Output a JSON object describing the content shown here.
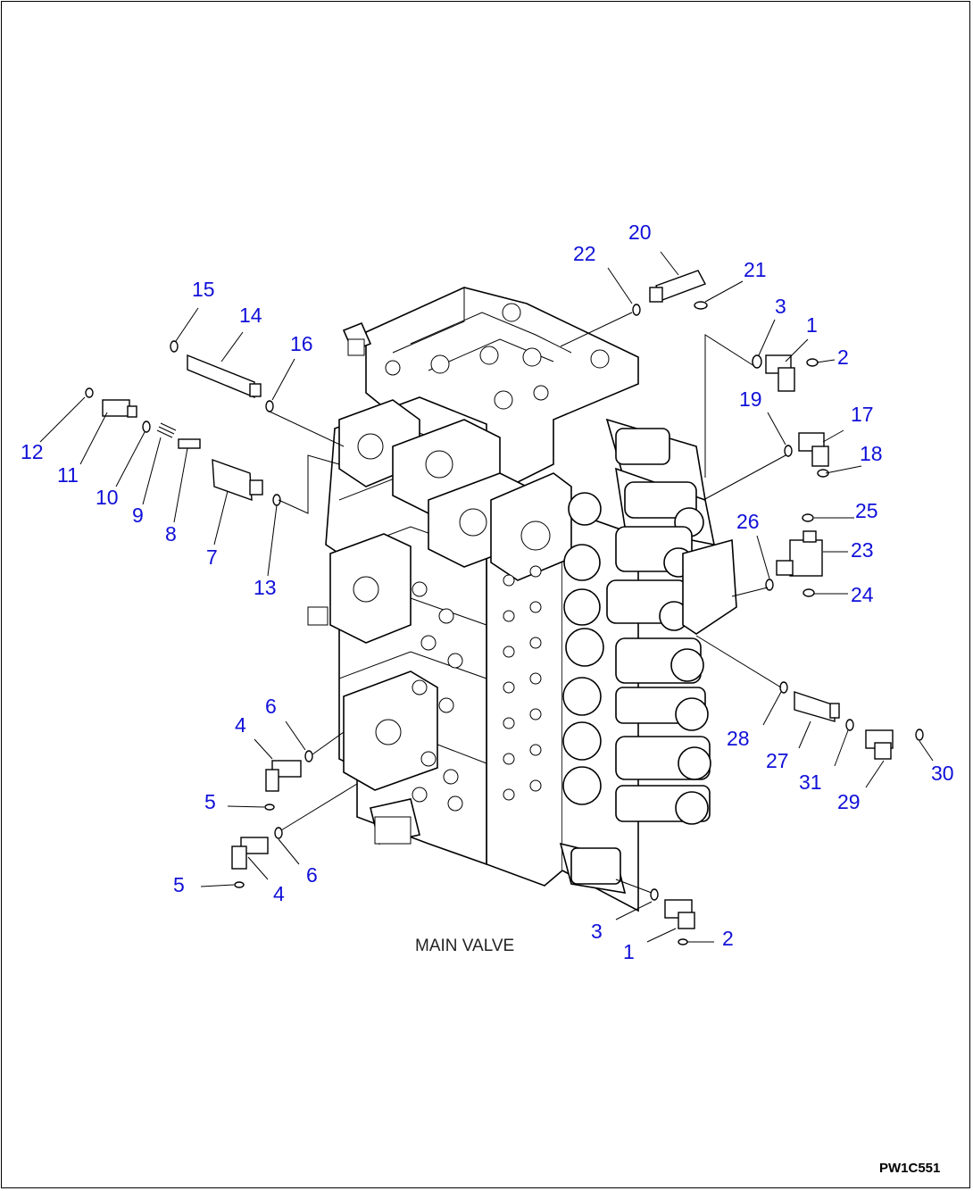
{
  "caption": "MAIN VALVE",
  "drawing_code": "PW1C551",
  "callout_color": "#1010d8",
  "callouts": [
    {
      "id": "c20",
      "label": "20"
    },
    {
      "id": "c22",
      "label": "22"
    },
    {
      "id": "c21",
      "label": "21"
    },
    {
      "id": "c3a",
      "label": "3"
    },
    {
      "id": "c1a",
      "label": "1"
    },
    {
      "id": "c2a",
      "label": "2"
    },
    {
      "id": "c19",
      "label": "19"
    },
    {
      "id": "c17",
      "label": "17"
    },
    {
      "id": "c18",
      "label": "18"
    },
    {
      "id": "c15",
      "label": "15"
    },
    {
      "id": "c14",
      "label": "14"
    },
    {
      "id": "c16",
      "label": "16"
    },
    {
      "id": "c12",
      "label": "12"
    },
    {
      "id": "c11",
      "label": "11"
    },
    {
      "id": "c10",
      "label": "10"
    },
    {
      "id": "c9",
      "label": "9"
    },
    {
      "id": "c8",
      "label": "8"
    },
    {
      "id": "c7",
      "label": "7"
    },
    {
      "id": "c13",
      "label": "13"
    },
    {
      "id": "c26",
      "label": "26"
    },
    {
      "id": "c25",
      "label": "25"
    },
    {
      "id": "c23",
      "label": "23"
    },
    {
      "id": "c24",
      "label": "24"
    },
    {
      "id": "c28",
      "label": "28"
    },
    {
      "id": "c27",
      "label": "27"
    },
    {
      "id": "c31",
      "label": "31"
    },
    {
      "id": "c29",
      "label": "29"
    },
    {
      "id": "c30",
      "label": "30"
    },
    {
      "id": "c6a",
      "label": "6"
    },
    {
      "id": "c4a",
      "label": "4"
    },
    {
      "id": "c5a",
      "label": "5"
    },
    {
      "id": "c6b",
      "label": "6"
    },
    {
      "id": "c4b",
      "label": "4"
    },
    {
      "id": "c5b",
      "label": "5"
    },
    {
      "id": "c3b",
      "label": "3"
    },
    {
      "id": "c1b",
      "label": "1"
    },
    {
      "id": "c2b",
      "label": "2"
    }
  ]
}
